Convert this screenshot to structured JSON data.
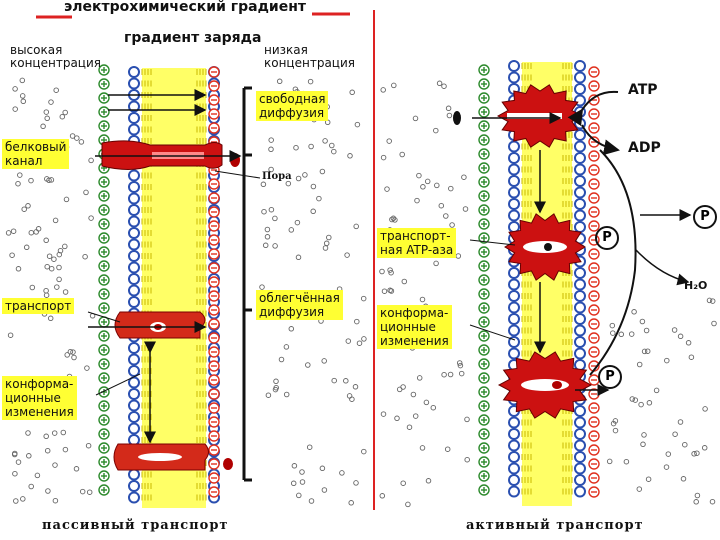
{
  "header": {
    "title": "электрохимический градиент",
    "charge_gradient": "градиент заряда",
    "high_concentration": "высокая\nконцентрация",
    "low_concentration": "низкая\nконцентрация"
  },
  "passive": {
    "free_diffusion": "свободная\nдиффузия",
    "protein_channel": "белковый\nканал",
    "pore": "Пора",
    "transporter": "транспорт",
    "facilitated_diffusion": "облегчённая\nдиффузия",
    "conformational_changes": "конформа-\nционные\nизменения",
    "caption": "пассивный транспорт"
  },
  "active": {
    "atp": "ATP",
    "adp": "ADP",
    "phosphate": "P",
    "water": "H₂O",
    "atpase": "транспорт-\nная ATP-аза",
    "conformational_changes": "конформа-\nционные\nизменения",
    "caption": "активный транспорт"
  },
  "colors": {
    "highlight": "#ffff33",
    "membrane_fill": "#ffff66",
    "lipid_head": "#2a4fb0",
    "positive_ion": "#2c8a2c",
    "negative_ion": "#e0301e",
    "protein": "#cc1111",
    "divider": "#dd2222"
  }
}
